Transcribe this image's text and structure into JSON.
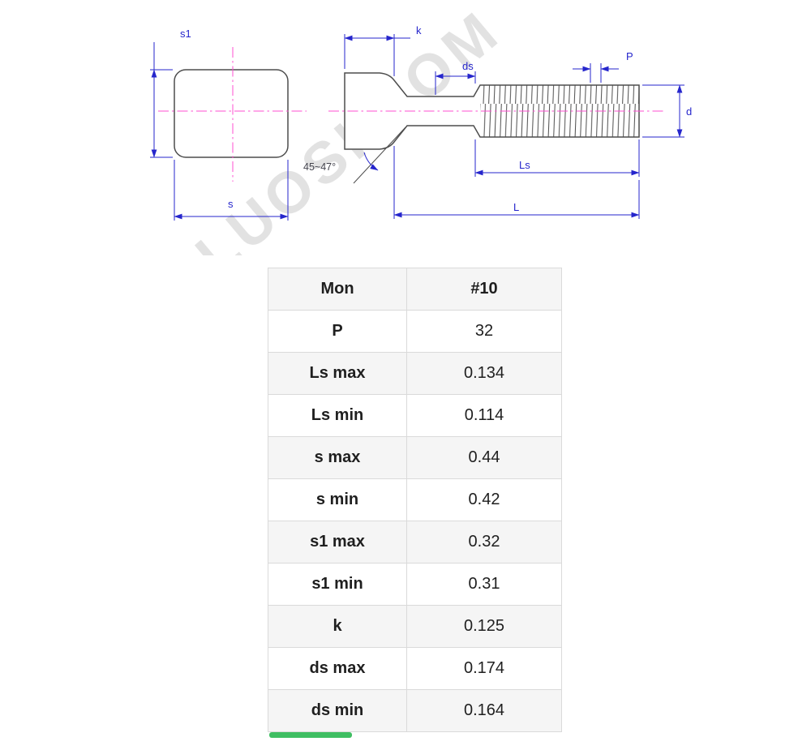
{
  "drawing": {
    "watermark": "LUOSI.COM",
    "labels": {
      "s1": "s1",
      "s": "s",
      "k": "k",
      "ds": "ds",
      "P": "P",
      "d": "d",
      "Ls": "Ls",
      "L": "L",
      "angle": "45~47°"
    },
    "colors": {
      "dimension": "#2626cc",
      "centerline": "#ff4fd2",
      "part_line": "#4d4d4d",
      "watermark": "#dcdcdc"
    }
  },
  "table": {
    "stripe_color": "#f5f5f5",
    "scrollbar_color": "#3fbe62",
    "rows": [
      {
        "label": "Mon",
        "value": "#10",
        "header": true
      },
      {
        "label": "P",
        "value": "32"
      },
      {
        "label": "Ls max",
        "value": "0.134"
      },
      {
        "label": "Ls min",
        "value": "0.114"
      },
      {
        "label": "s max",
        "value": "0.44"
      },
      {
        "label": "s min",
        "value": "0.42"
      },
      {
        "label": "s1 max",
        "value": "0.32"
      },
      {
        "label": "s1 min",
        "value": "0.31"
      },
      {
        "label": "k",
        "value": "0.125"
      },
      {
        "label": "ds max",
        "value": "0.174"
      },
      {
        "label": "ds min",
        "value": "0.164"
      }
    ]
  }
}
